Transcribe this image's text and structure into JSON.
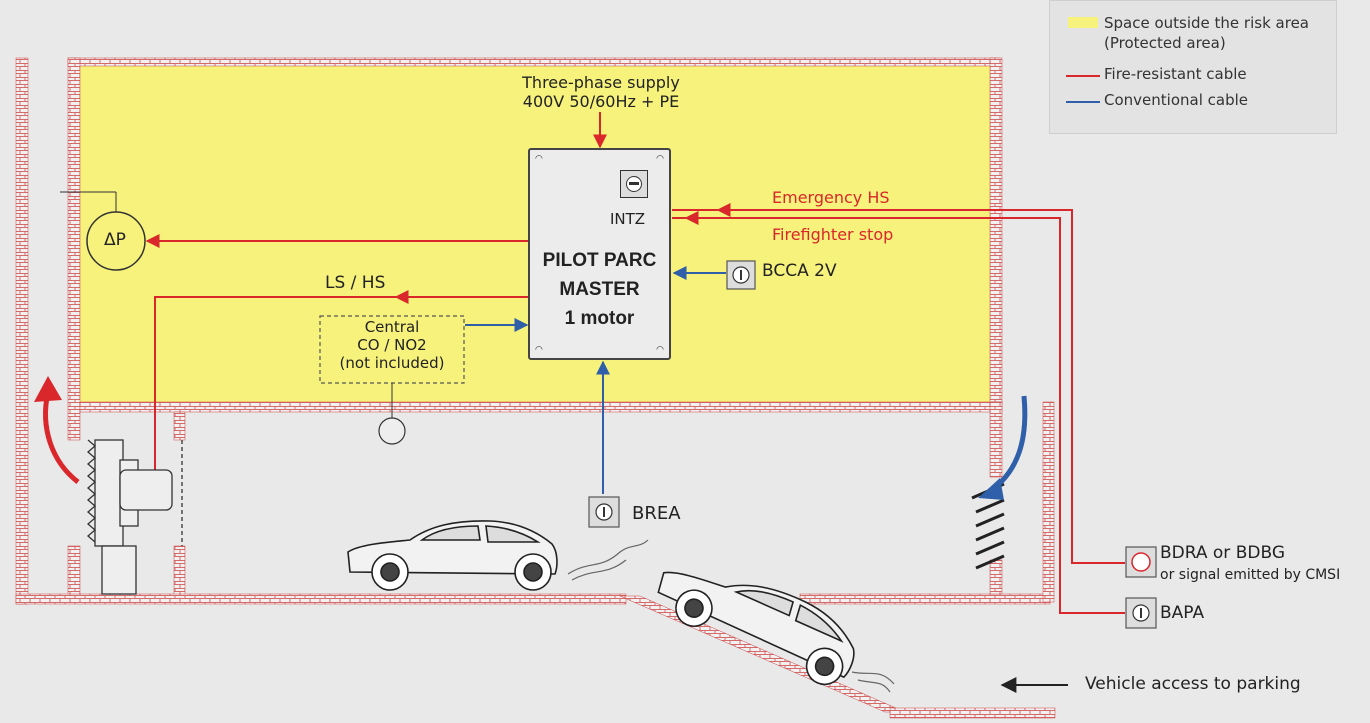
{
  "legend": {
    "protected_area_line1": "Space outside the risk area",
    "protected_area_line2": "(Protected area)",
    "fire_resistant": "Fire-resistant cable",
    "conventional": "Conventional cable",
    "colors": {
      "protected": "#f6f27c",
      "fire_resistant": "#d9272b",
      "conventional": "#2f5fa8"
    }
  },
  "supply": {
    "line1": "Three-phase supply",
    "line2": "400V 50/60Hz + PE"
  },
  "controller": {
    "switch_label": "INTZ",
    "title_line1": "PILOT PARC",
    "title_line2": "MASTER",
    "title_line3": "1 motor"
  },
  "signals": {
    "emergency": "Emergency HS",
    "firefighter": "Firefighter stop",
    "ls_hs": "LS / HS",
    "bcca": "BCCA 2V",
    "brea": "BREA"
  },
  "sensor": {
    "line1": "Central",
    "line2": "CO / NO2",
    "line3": "(not included)"
  },
  "pressure": {
    "symbol": "ΔP"
  },
  "external": {
    "bdra": "BDRA or BDBG",
    "bdra_note": "or signal emitted by CMSI",
    "bapa": "BAPA"
  },
  "access": {
    "label": "Vehicle access to parking"
  }
}
